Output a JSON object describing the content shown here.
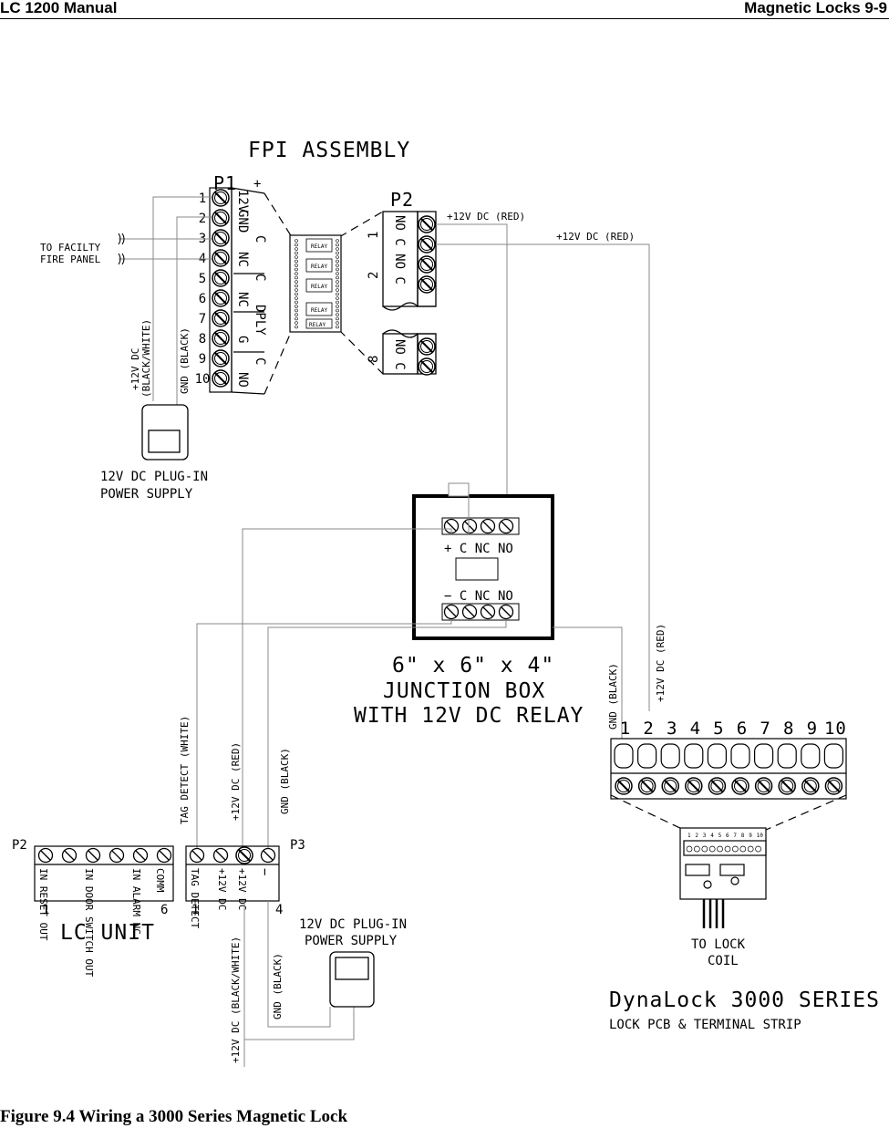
{
  "header": {
    "left": "LC 1200 Manual",
    "right": "Magnetic Locks 9-9"
  },
  "caption": "Figure 9.4 Wiring a 3000 Series Magnetic Lock",
  "fpi": {
    "title": "FPI ASSEMBLY",
    "p1": "P1",
    "p2": "P2",
    "plus": "+",
    "p1_numbers": [
      "1",
      "2",
      "3",
      "4",
      "5",
      "6",
      "7",
      "8",
      "9",
      "10"
    ],
    "p1_labels": [
      "12V",
      "GND",
      "C",
      "NC",
      "C",
      "NC",
      "DPLY",
      "G",
      "C",
      "NO"
    ],
    "p2_top": "NO C NO C",
    "p2_mid": "NO C",
    "p2_bot": "NO C",
    "p2_n1": "1",
    "p2_n2": "2",
    "p2_n8": "8",
    "relay": "RELAY",
    "to_facility": "TO FACILTY",
    "fire_panel": "FIRE PANEL",
    "wire_bw": "+12V DC",
    "wire_bw2": "(BLACK/WHITE)",
    "wire_gnd": "GND (BLACK)",
    "red1": "+12V DC (RED)",
    "red2": "+12V DC (RED)",
    "psu1": "12V DC PLUG-IN",
    "psu2": "POWER SUPPLY"
  },
  "junction": {
    "top_labels": "+ C NC NO",
    "bot_labels": "− C NC NO",
    "title1": "6\" x 6\" x 4\"",
    "title2": "JUNCTION BOX",
    "title3": "WITH 12V DC RELAY"
  },
  "lc": {
    "p2": "P2",
    "p3": "P3",
    "n1": "1",
    "n6": "6",
    "n1b": "1",
    "n4": "4",
    "p2_labels": [
      "IN RESET OUT",
      "IN DOOR SWITCH OUT",
      "IN ALARM NC",
      "COMM"
    ],
    "p3_labels": [
      "TAG DETECT",
      "+12V DC",
      "+12V DC",
      "−"
    ],
    "title": "LC UNIT",
    "wire_tag": "TAG DETECT (WHITE)",
    "wire_red": "+12V DC (RED)",
    "wire_gnd": "GND (BLACK)",
    "wire_bw": "+12V DC (BLACK/WHITE)",
    "wire_gnd2": "GND (BLACK)",
    "psu1": "12V DC PLUG-IN",
    "psu2": "POWER SUPPLY"
  },
  "lock": {
    "wire_gnd": "GND (BLACK)",
    "wire_red": "+12V DC (RED)",
    "numbers": [
      "1",
      "2",
      "3",
      "4",
      "5",
      "6",
      "7",
      "8",
      "9",
      "10"
    ],
    "to_lock": "TO LOCK",
    "coil": "COIL",
    "title1": "DynaLock 3000 SERIES",
    "title2": "LOCK PCB & TERMINAL STRIP"
  }
}
